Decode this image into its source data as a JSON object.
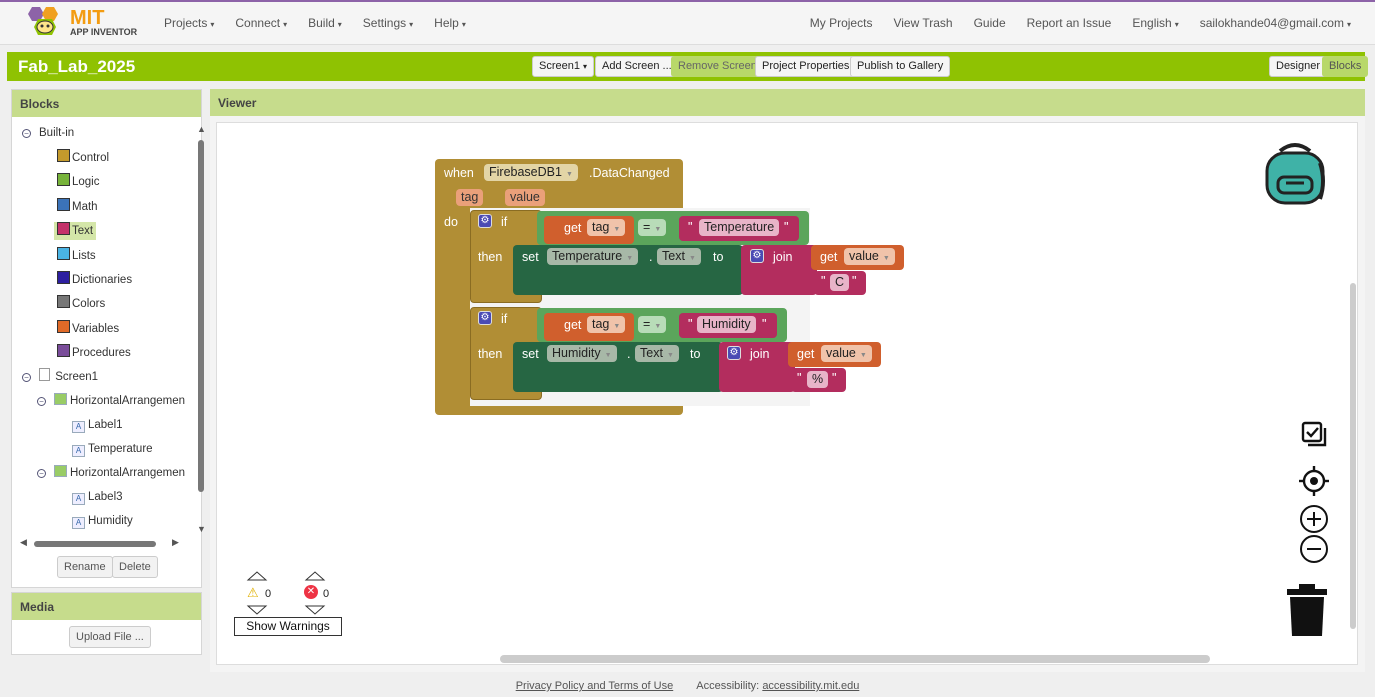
{
  "brand": {
    "name": "MIT",
    "sub": "APP INVENTOR"
  },
  "nav_left": [
    "Projects",
    "Connect",
    "Build",
    "Settings",
    "Help"
  ],
  "nav_right": {
    "my_projects": "My Projects",
    "view_trash": "View Trash",
    "guide": "Guide",
    "report": "Report an Issue",
    "language": "English",
    "user": "sailokhande04@gmail.com"
  },
  "project": {
    "name": "Fab_Lab_2025",
    "screen": "Screen1",
    "add_screen": "Add Screen ...",
    "remove_screen": "Remove Screen",
    "properties": "Project Properties",
    "publish": "Publish to Gallery",
    "designer": "Designer",
    "blocks": "Blocks"
  },
  "blocks_panel": {
    "title": "Blocks",
    "builtin": "Built-in",
    "categories": [
      {
        "label": "Control",
        "color": "#c49a2c"
      },
      {
        "label": "Logic",
        "color": "#77b33a"
      },
      {
        "label": "Math",
        "color": "#3b73b8"
      },
      {
        "label": "Text",
        "color": "#c4326a"
      },
      {
        "label": "Lists",
        "color": "#4ab4e4"
      },
      {
        "label": "Dictionaries",
        "color": "#2d1fa0"
      },
      {
        "label": "Colors",
        "color": "#777777"
      },
      {
        "label": "Variables",
        "color": "#e06a28"
      },
      {
        "label": "Procedures",
        "color": "#7a4d9a"
      }
    ],
    "selected_category": "Text",
    "components": {
      "screen": "Screen1",
      "ha1": "HorizontalArrangemen",
      "label1": "Label1",
      "temperature": "Temperature",
      "ha2": "HorizontalArrangemen",
      "label3": "Label3",
      "humidity": "Humidity"
    },
    "rename": "Rename",
    "delete": "Delete"
  },
  "media": {
    "title": "Media",
    "upload": "Upload File ..."
  },
  "viewer": {
    "title": "Viewer",
    "event": {
      "when": "when",
      "component": "FirebaseDB1",
      "event": ".DataChanged",
      "param1": "tag",
      "param2": "value",
      "do": "do"
    },
    "if1": {
      "if": "if",
      "get": "get",
      "var": "tag",
      "op": "=",
      "string": "Temperature",
      "then": "then",
      "set": "set",
      "target": "Temperature",
      "prop": "Text",
      "to": "to",
      "join": "join",
      "get2": "get",
      "var2": "value",
      "suffix": "C"
    },
    "if2": {
      "if": "if",
      "get": "get",
      "var": "tag",
      "op": "=",
      "string": "Humidity",
      "then": "then",
      "set": "set",
      "target": "Humidity",
      "prop": "Text",
      "to": "to",
      "join": "join",
      "get2": "get",
      "var2": "value",
      "suffix": "%"
    },
    "warnings": {
      "count": "0",
      "errors": "0",
      "button": "Show Warnings"
    }
  },
  "footer": {
    "privacy": "Privacy Policy and Terms of Use",
    "access_label": "Accessibility:",
    "access_link": "accessibility.mit.edu"
  },
  "colors": {
    "accent": "#8fc202",
    "header": "#c6dc8c",
    "event": "#b18e35",
    "text": "#b32d5e",
    "var": "#d05f2d",
    "comp": "#266643",
    "logic": "#5ba55b"
  }
}
